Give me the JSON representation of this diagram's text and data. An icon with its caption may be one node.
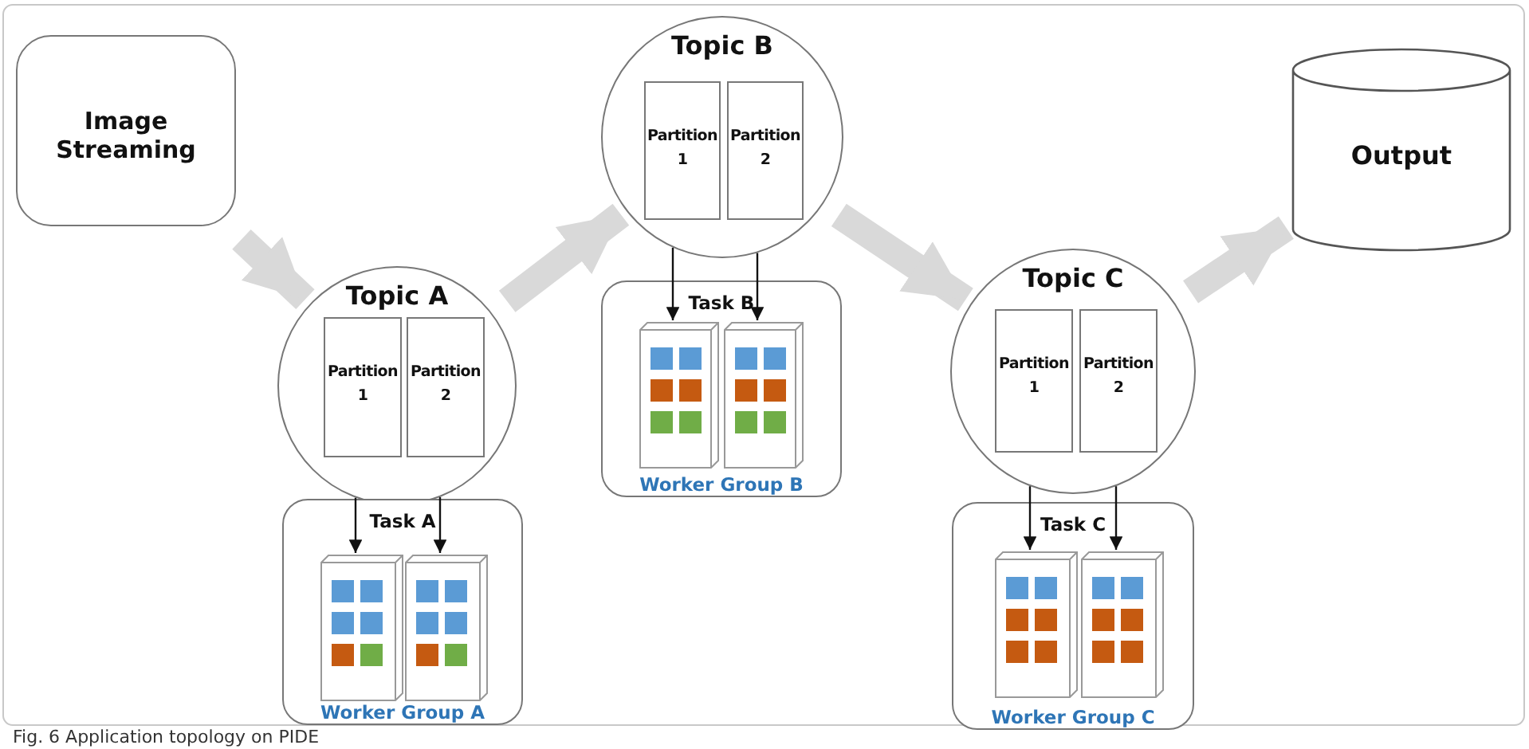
{
  "diagram": {
    "caption": "Fig. 6 Application topology on PIDE",
    "nodes": [
      {
        "text": [
          "Image Streaming"
        ]
      },
      {
        "text": [
          "Topic A"
        ]
      },
      {
        "text": [
          "Partition 1"
        ],
        "in": 1
      },
      {
        "text": [
          "Partition 2"
        ],
        "in": 1
      },
      {
        "text": [
          "Task A",
          "Worker Group A"
        ]
      },
      {
        "text": [],
        "shape": "box",
        "in": 4
      },
      {
        "text": [],
        "shape": "box",
        "in": 4
      },
      {
        "text": [
          "Topic B"
        ]
      },
      {
        "text": [
          "Partition 1"
        ],
        "in": 7
      },
      {
        "text": [
          "Partition 2"
        ],
        "in": 7
      },
      {
        "text": [
          "Task B",
          "Worker Group B"
        ]
      },
      {
        "text": [],
        "shape": "box",
        "in": 10
      },
      {
        "text": [],
        "shape": "box",
        "in": 10
      },
      {
        "text": [
          "Topic C"
        ]
      },
      {
        "text": [
          "Partition 1"
        ],
        "in": 13
      },
      {
        "text": [
          "Partition 2"
        ],
        "in": 13
      },
      {
        "text": [
          "Task C",
          "Worker Group C"
        ]
      },
      {
        "text": [],
        "shape": "box",
        "in": 16
      },
      {
        "text": [],
        "shape": "box",
        "in": 16
      },
      {
        "text": [
          "Output"
        ]
      }
    ],
    "edges": [
      {
        "from": 0,
        "to": 1,
        "arrow": "to",
        "style": "thick",
        "color": "#d9d9d9"
      },
      {
        "from": 1,
        "to": 7,
        "arrow": "to",
        "style": "thick",
        "color": "#d9d9d9"
      },
      {
        "from": 7,
        "to": 13,
        "arrow": "to",
        "style": "thick",
        "color": "#d9d9d9"
      },
      {
        "from": 13,
        "to": 19,
        "arrow": "to",
        "style": "thick",
        "color": "#d9d9d9"
      },
      {
        "from": 1,
        "to": 5,
        "arrow": "to"
      },
      {
        "from": 1,
        "to": 6,
        "arrow": "to"
      },
      {
        "from": 7,
        "to": 11,
        "arrow": "to"
      },
      {
        "from": 7,
        "to": 12,
        "arrow": "to"
      },
      {
        "from": 13,
        "to": 17,
        "arrow": "to"
      },
      {
        "from": 13,
        "to": 18,
        "arrow": "to"
      }
    ]
  }
}
